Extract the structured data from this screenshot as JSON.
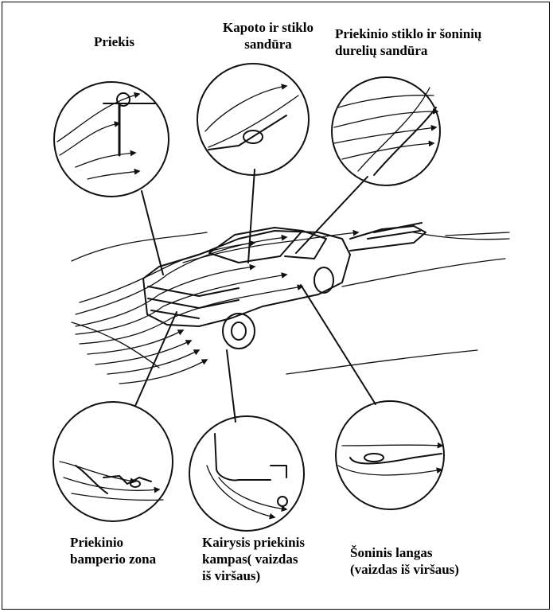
{
  "labels": {
    "front": "Priekis",
    "hood_windshield": "Kapoto ir stiklo\nsandūra",
    "windshield_side_door": "Priekinio stiklo ir šoninių\ndurelių sandūra",
    "front_bumper": "Priekinio\nbamperio zona",
    "left_front_corner": "Kairysis priekinis\nkampas( vaizdas\niš viršaus)",
    "side_window": "Šoninis langas\n(vaizdas iš viršaus)"
  },
  "colors": {
    "ink": "#111111",
    "background": "#ffffff",
    "border": "#000000"
  }
}
